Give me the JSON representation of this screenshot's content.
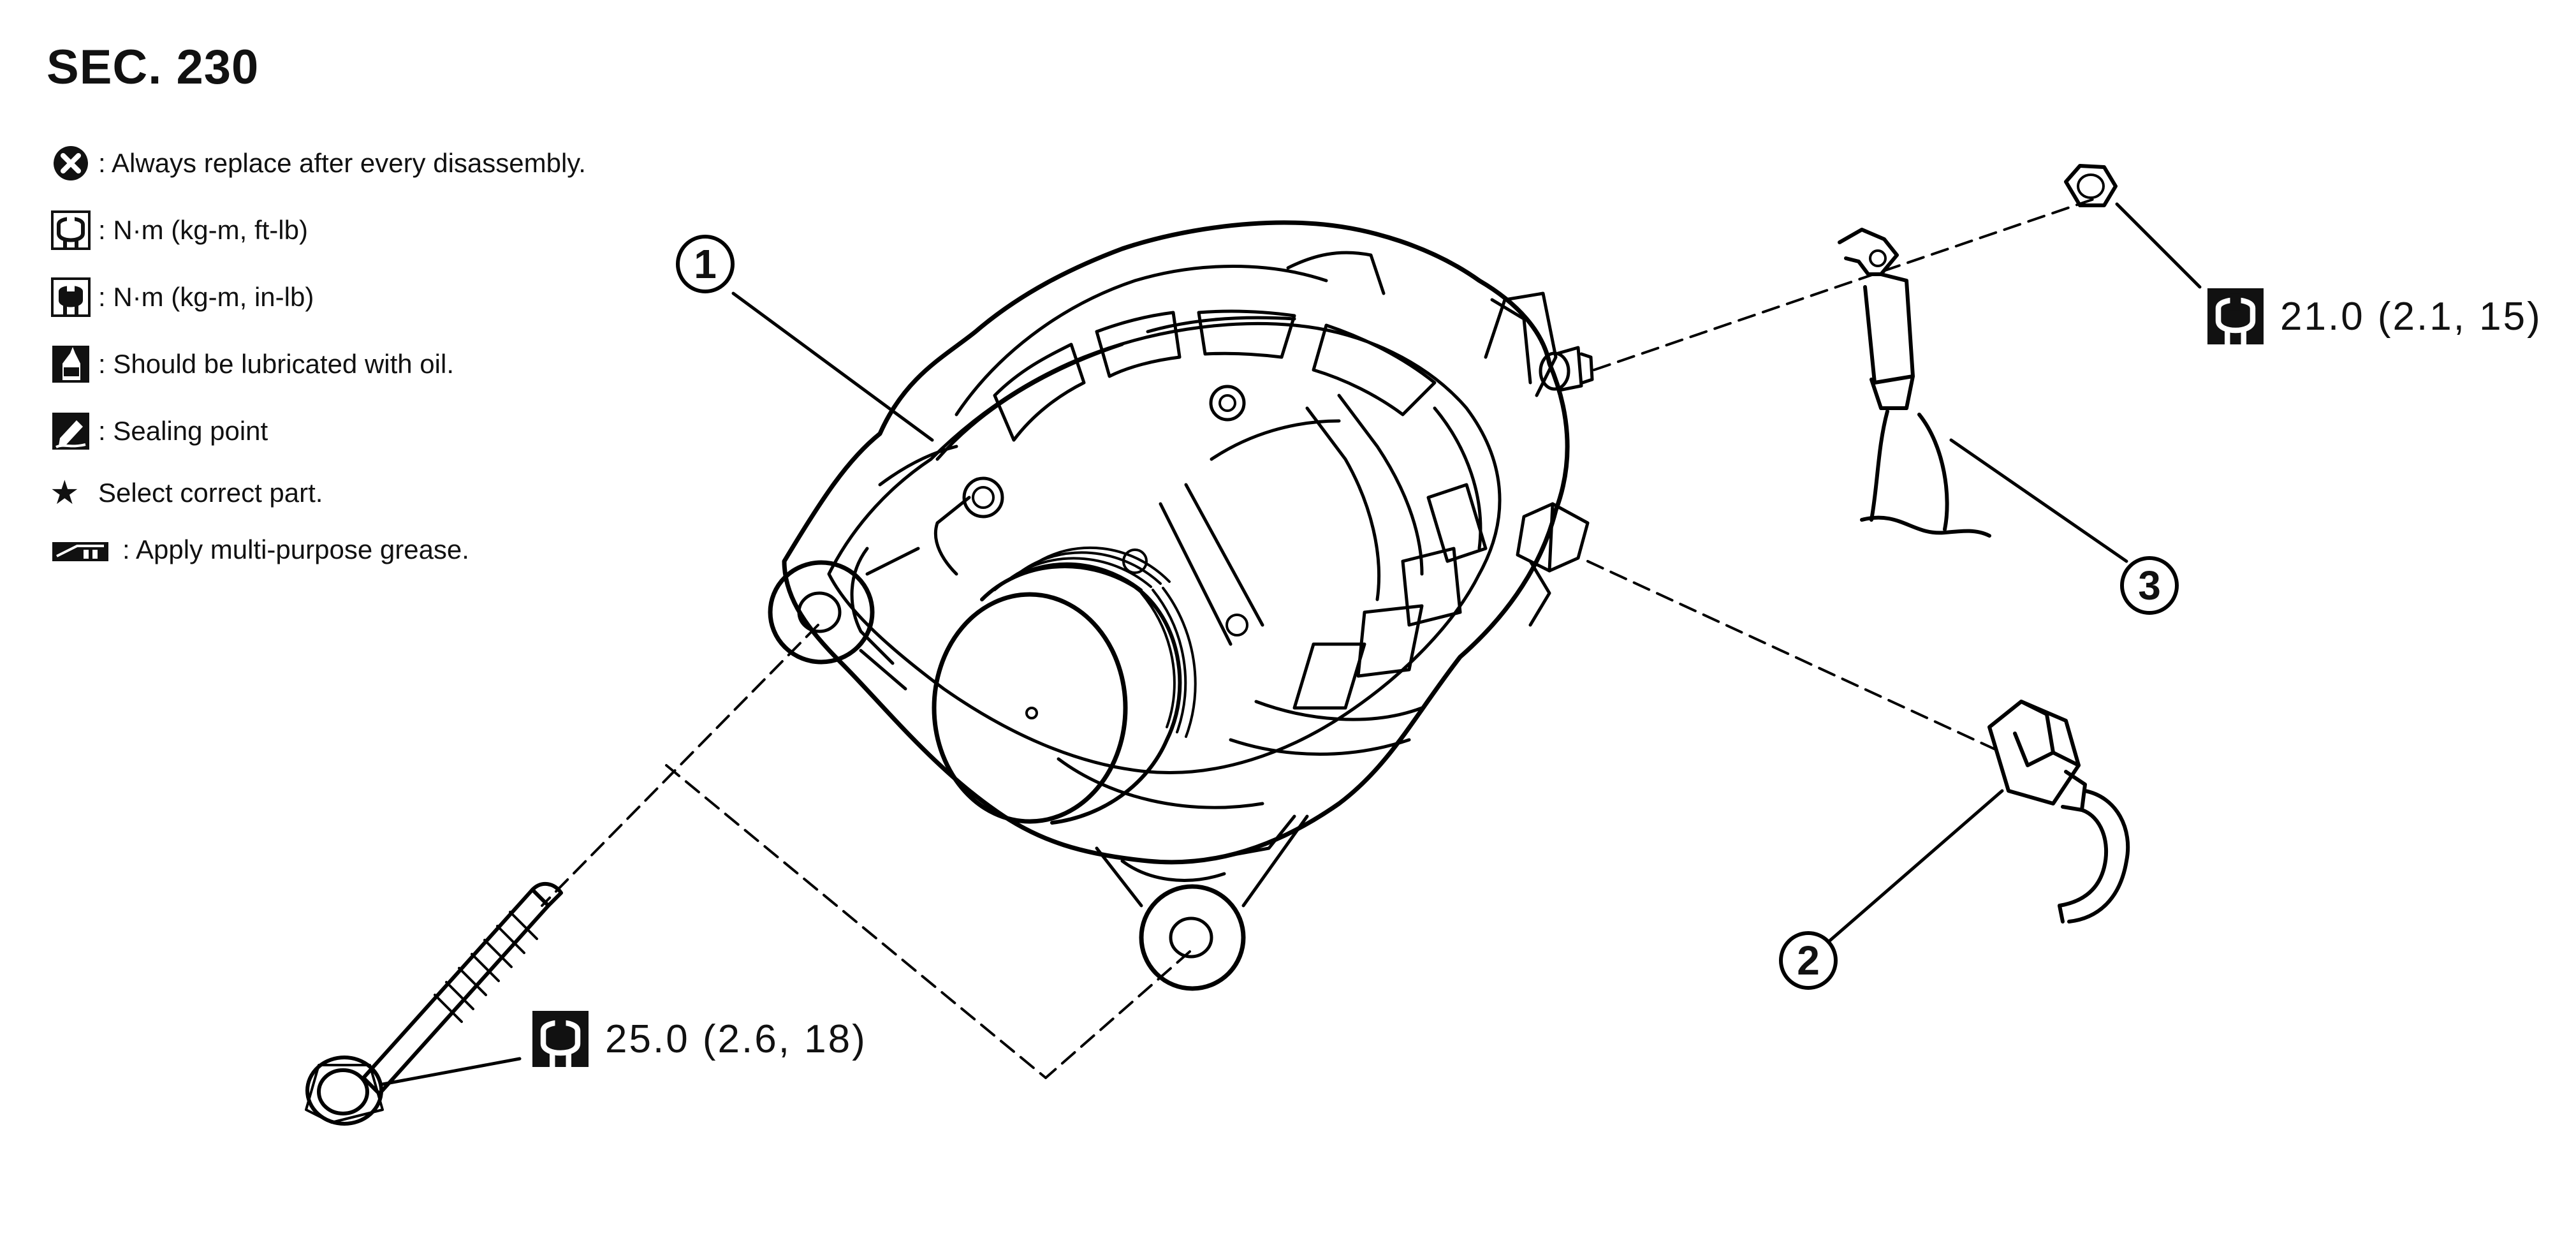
{
  "section": {
    "title": "SEC. 230"
  },
  "legend": [
    {
      "icon": "replace-x-icon",
      "text": ": Always replace after every disassembly."
    },
    {
      "icon": "wrench-torque-icon",
      "text": ": N·m (kg-m, ft-lb)"
    },
    {
      "icon": "wrench-torque-filled-icon",
      "text": ": N·m (kg-m, in-lb)"
    },
    {
      "icon": "oil-can-icon",
      "text": ": Should be lubricated with oil."
    },
    {
      "icon": "sealing-point-icon",
      "text": ": Sealing point"
    },
    {
      "icon": "star-icon",
      "text": "Select correct part."
    },
    {
      "icon": "grease-icon",
      "text": ": Apply multi-purpose grease."
    }
  ],
  "legend_star": "★",
  "callouts": [
    {
      "id": "1",
      "label": "1",
      "part": "alternator"
    },
    {
      "id": "2",
      "label": "2",
      "part": "connector"
    },
    {
      "id": "3",
      "label": "3",
      "part": "battery-cable"
    }
  ],
  "torques": [
    {
      "id": "nut",
      "value": "21.0 (2.1, 15)"
    },
    {
      "id": "bolt",
      "value": "25.0 (2.6, 18)"
    }
  ]
}
